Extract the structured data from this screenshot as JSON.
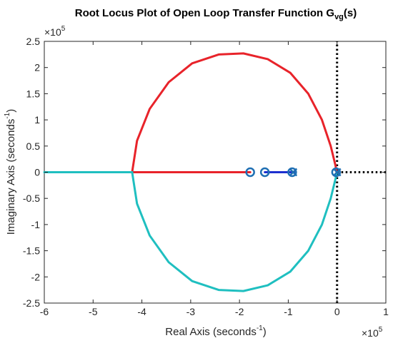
{
  "chart_data": {
    "type": "line",
    "title": {
      "main": "Root Locus Plot of Open Loop Transfer Function G",
      "sub": "vg",
      "tail": "(s)"
    },
    "xlabel": {
      "text": "Real Axis (seconds",
      "sup": "-1",
      "tail": ")"
    },
    "ylabel": {
      "text": "Imaginary Axis (seconds",
      "sup": "-1",
      "tail": ")"
    },
    "x_exponent": {
      "base": "×10",
      "power": "5"
    },
    "y_exponent": {
      "base": "×10",
      "power": "5"
    },
    "x_ticks": [
      -6,
      -5,
      -4,
      -3,
      -2,
      -1,
      0,
      1
    ],
    "x_tick_labels": [
      "-6",
      "-5",
      "-4",
      "-3",
      "-2",
      "-1",
      "0",
      "1"
    ],
    "y_ticks": [
      -2.5,
      -2,
      -1.5,
      -1,
      -0.5,
      0,
      0.5,
      1,
      1.5,
      2,
      2.5
    ],
    "y_tick_labels": [
      "-2.5",
      "-2",
      "-1.5",
      "-1",
      "-0.5",
      "0",
      "0.5",
      "1",
      "1.5",
      "2",
      "2.5"
    ],
    "xlim": [
      -6,
      1
    ],
    "ylim": [
      -2.5,
      2.5
    ],
    "units_scale": 100000,
    "grid": false,
    "colors": {
      "red": "#e8232a",
      "cyan": "#1fbfc0",
      "blue": "#1d2fcf",
      "marker": "#1f6fb3",
      "axis": "#262626",
      "dotted": "#000000"
    },
    "series": [
      {
        "color": "#e8232a",
        "x": [
          -1.78,
          -4.2
        ],
        "y": [
          0,
          0
        ]
      },
      {
        "color": "#e8232a",
        "x": [
          -4.2,
          -4.1,
          -3.84,
          -3.45,
          -2.97,
          -2.42,
          -1.92,
          -1.42,
          -0.96,
          -0.59,
          -0.31,
          -0.13,
          -0.03,
          -0.01
        ],
        "y": [
          0,
          0.6,
          1.21,
          1.72,
          2.08,
          2.25,
          2.27,
          2.16,
          1.9,
          1.5,
          1.0,
          0.5,
          0.12,
          0
        ]
      },
      {
        "color": "#1fbfc0",
        "x": [
          -4.2,
          -6
        ],
        "y": [
          0,
          0
        ]
      },
      {
        "color": "#1fbfc0",
        "x": [
          -4.2,
          -4.1,
          -3.84,
          -3.45,
          -2.97,
          -2.42,
          -1.92,
          -1.42,
          -0.96,
          -0.59,
          -0.31,
          -0.13,
          -0.03,
          -0.01
        ],
        "y": [
          0,
          -0.6,
          -1.21,
          -1.72,
          -2.08,
          -2.25,
          -2.27,
          -2.16,
          -1.9,
          -1.5,
          -1.0,
          -0.5,
          -0.12,
          0
        ]
      },
      {
        "color": "#1d2fcf",
        "x": [
          -1.48,
          -0.88
        ],
        "y": [
          0,
          0
        ]
      },
      {
        "color": "#e8232a",
        "x": [
          -0.01,
          0.0
        ],
        "y": [
          0,
          0
        ]
      }
    ],
    "zeros": [
      {
        "x": -1.78,
        "y": 0
      },
      {
        "x": -1.48,
        "y": 0
      },
      {
        "x": -0.92,
        "y": 0
      },
      {
        "x": -0.02,
        "y": 0
      }
    ],
    "poles": [
      {
        "x": -0.9,
        "y": 0
      },
      {
        "x": 0.0,
        "y": 0
      }
    ],
    "dotted_lines": [
      {
        "x": [
          0,
          0
        ],
        "y": [
          -2.5,
          2.5
        ]
      },
      {
        "x": [
          0,
          1
        ],
        "y": [
          0,
          0
        ]
      }
    ]
  }
}
